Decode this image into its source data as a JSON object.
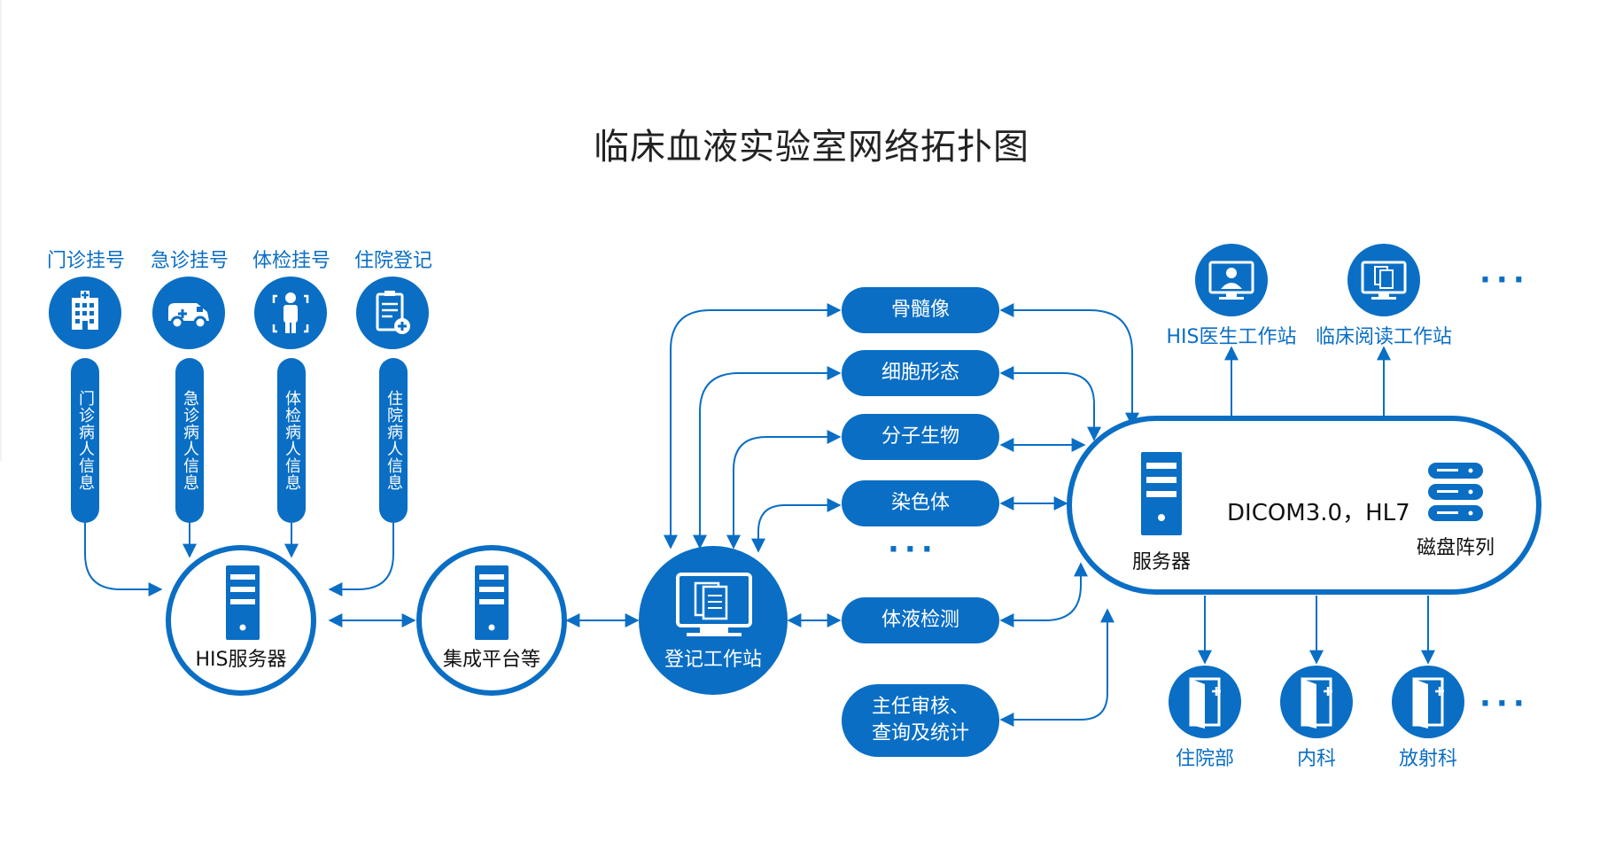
{
  "title": "临床血液实验室网络拓扑图",
  "sources": [
    {
      "label": "门诊挂号",
      "icon": "hospital-building-icon",
      "info": "门诊病人信息"
    },
    {
      "label": "急诊挂号",
      "icon": "ambulance-icon",
      "info": "急诊病人信息"
    },
    {
      "label": "体检挂号",
      "icon": "body-scan-icon",
      "info": "体检病人信息"
    },
    {
      "label": "住院登记",
      "icon": "clipboard-medical-icon",
      "info": "住院病人信息"
    }
  ],
  "nodes": {
    "his_server": "HIS服务器",
    "integration": "集成平台等",
    "registration": "登记工作站"
  },
  "modules": [
    "骨髓像",
    "细胞形态",
    "分子生物",
    "染色体",
    "体液检测"
  ],
  "review_module": "主任审核、\n查询及统计",
  "module_ellipsis": "···",
  "server_block": {
    "server_label": "服务器",
    "protocol": "DICOM3.0，HL7",
    "storage_label": "磁盘阵列"
  },
  "workstations": [
    {
      "label": "HIS医生工作站",
      "icon": "doctor-monitor-icon"
    },
    {
      "label": "临床阅读工作站",
      "icon": "document-monitor-icon"
    }
  ],
  "workstation_ellipsis": "···",
  "departments": [
    {
      "label": "住院部",
      "icon": "door-icon"
    },
    {
      "label": "内科",
      "icon": "door-icon"
    },
    {
      "label": "放射科",
      "icon": "door-icon"
    }
  ],
  "department_ellipsis": "···",
  "colors": {
    "primary": "#0a6ec4",
    "text": "#222222",
    "background": "#ffffff"
  }
}
